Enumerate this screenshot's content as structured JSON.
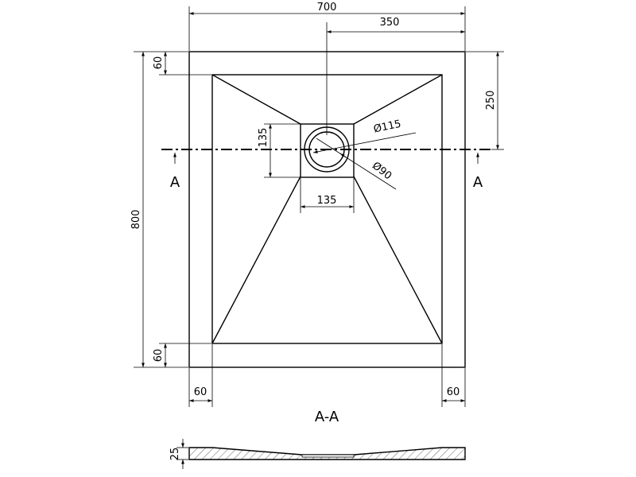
{
  "dimensions": {
    "width": "700",
    "half_width": "350",
    "height": "800",
    "border_top": "60",
    "border_bottom": "60",
    "border_left": "60",
    "border_right": "60",
    "drain_offset": "250",
    "drain_height": "135",
    "drain_width": "135",
    "outer_diameter": "Ø115",
    "inner_diameter": "Ø90",
    "thickness": "25"
  },
  "section": {
    "left_marker": "A",
    "right_marker": "A",
    "title": "A-A"
  }
}
